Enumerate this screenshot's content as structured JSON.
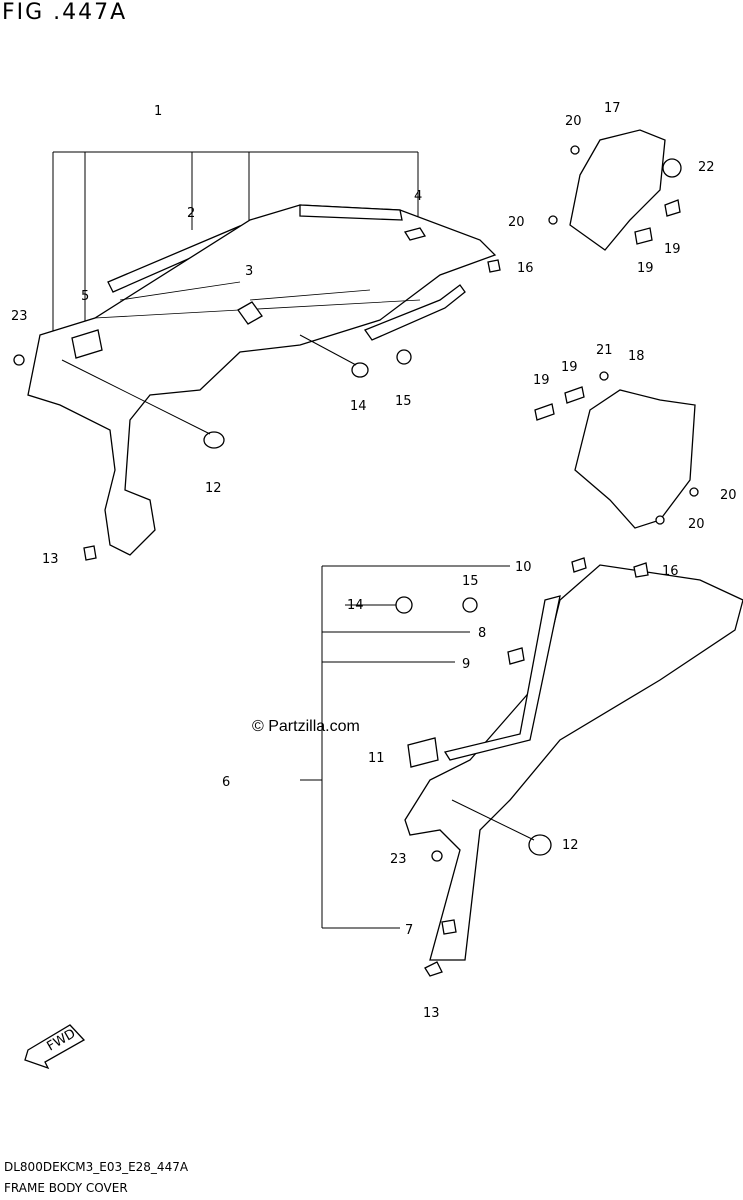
{
  "figure": {
    "title": "FIG .447A"
  },
  "footer": {
    "code": "DL800DEKCM3_E03_E28_447A",
    "name": "FRAME BODY COVER"
  },
  "watermark": "© Partzilla.com",
  "fwd_label": "FWD",
  "callouts": {
    "c1": "1",
    "c2": "2",
    "c3": "3",
    "c4": "4",
    "c5": "5",
    "c6": "6",
    "c7": "7",
    "c8": "8",
    "c9": "9",
    "c10": "10",
    "c11": "11",
    "c12a": "12",
    "c12b": "12",
    "c13a": "13",
    "c13b": "13",
    "c14a": "14",
    "c14b": "14",
    "c15a": "15",
    "c15b": "15",
    "c16a": "16",
    "c16b": "16",
    "c17": "17",
    "c18": "18",
    "c19a": "19",
    "c19b": "19",
    "c19c": "19",
    "c19d": "19",
    "c20a": "20",
    "c20b": "20",
    "c20c": "20",
    "c20d": "20",
    "c21": "21",
    "c22": "22",
    "c23a": "23",
    "c23b": "23"
  }
}
